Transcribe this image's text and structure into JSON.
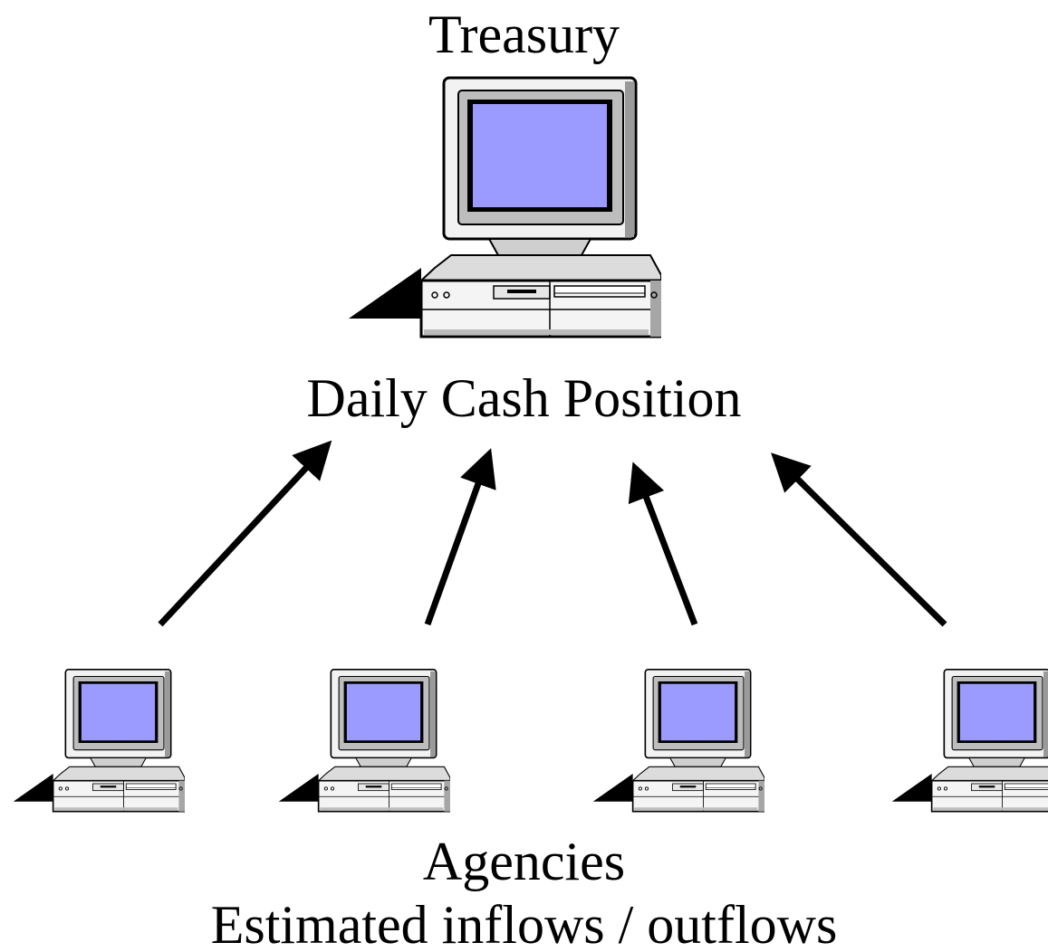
{
  "diagram": {
    "top_node": {
      "label": "Treasury",
      "icon": "desktop-computer-icon"
    },
    "hub_label": "Daily Cash Position",
    "bottom_nodes": {
      "count": 4,
      "icon": "desktop-computer-icon",
      "label": "Agencies",
      "sublabel": "Estimated inflows / outflows"
    },
    "edges": [
      {
        "from": "agency-1",
        "to": "daily-cash-position"
      },
      {
        "from": "agency-2",
        "to": "daily-cash-position"
      },
      {
        "from": "agency-3",
        "to": "daily-cash-position"
      },
      {
        "from": "agency-4",
        "to": "daily-cash-position"
      }
    ],
    "colors": {
      "screen": "#9a9aff",
      "monitor_body": "#e6e6e6",
      "outline": "#000000",
      "background": "#ffffff"
    }
  }
}
